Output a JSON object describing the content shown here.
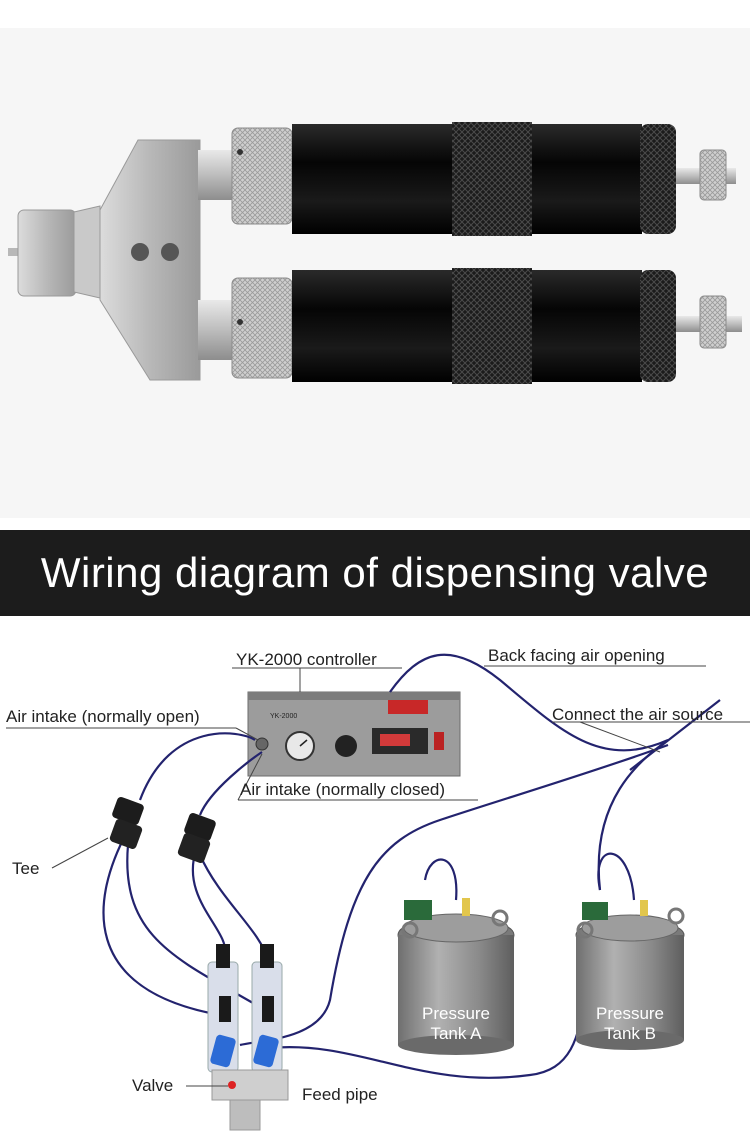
{
  "title": "Wiring diagram of dispensing valve",
  "labels": {
    "controller": "YK-2000 controller",
    "back_air": "Back facing air opening",
    "air_open": "Air intake (normally open)",
    "connect_air": "Connect the air source",
    "air_closed": "Air intake (normally closed)",
    "tee": "Tee",
    "valve": "Valve",
    "feed_pipe": "Feed pipe",
    "tank_a_line1": "Pressure",
    "tank_a_line2": "Tank A",
    "tank_b_line1": "Pressure",
    "tank_b_line2": "Tank B"
  },
  "controller_panel_text": "YK-2000",
  "colors": {
    "band": "#1c1c1c",
    "hose": "#23236e",
    "tank": "#8e8e8e",
    "fitting": "#2a6a3a",
    "valve_cap": "#2c6bd6",
    "black_tube": "#111111",
    "silver": "#c8c8c8"
  }
}
